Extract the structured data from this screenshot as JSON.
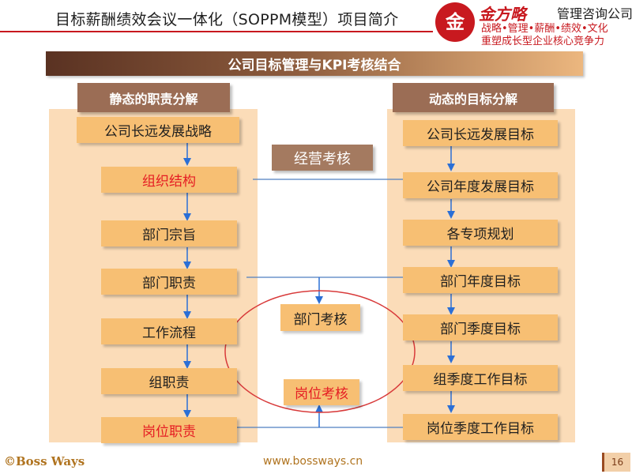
{
  "header": {
    "title": "目标薪酬绩效会议一体化（SOPPM模型）项目简介",
    "logo": {
      "emblem": "金",
      "brand": "金方略",
      "company": "管理咨询公司",
      "tagline1": "战略•管理•薪酬•绩效•文化",
      "tagline2": "重塑成长型企业核心竞争力"
    }
  },
  "banner": "公司目标管理与KPI考核结合",
  "left_column": {
    "title": "静态的职责分解",
    "items": [
      {
        "label": "公司长远发展战略",
        "color": "#1f1f1f"
      },
      {
        "label": "组织结构",
        "color": "#e51c23"
      },
      {
        "label": "部门宗旨",
        "color": "#1f1f1f"
      },
      {
        "label": "部门职责",
        "color": "#1f1f1f"
      },
      {
        "label": "工作流程",
        "color": "#1f1f1f"
      },
      {
        "label": "组职责",
        "color": "#1f1f1f"
      },
      {
        "label": "岗位职责",
        "color": "#e51c23"
      }
    ]
  },
  "right_column": {
    "title": "动态的目标分解",
    "items": [
      {
        "label": "公司长远发展目标"
      },
      {
        "label": "公司年度发展目标"
      },
      {
        "label": "各专项规划"
      },
      {
        "label": "部门年度目标"
      },
      {
        "label": "部门季度目标"
      },
      {
        "label": "组季度工作目标"
      },
      {
        "label": "岗位季度工作目标"
      }
    ]
  },
  "middle": {
    "business_review": "经营考核",
    "dept_review": "部门考核",
    "position_review": "岗位考核"
  },
  "colors": {
    "arrow": "#2b6fd6",
    "line": "#4f7fc0",
    "ellipse": "#d83a3a",
    "highlight_text": "#e51c23"
  },
  "footer": {
    "copyright": "©Boss Ways",
    "url": "www.bossways.cn",
    "page": "16"
  }
}
